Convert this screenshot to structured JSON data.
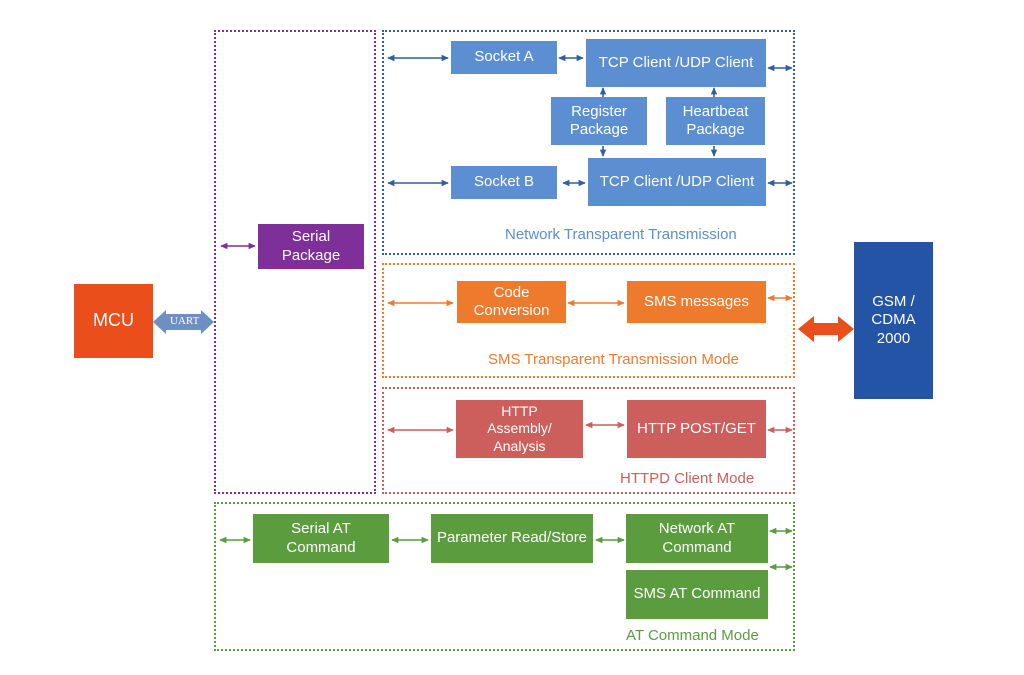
{
  "colors": {
    "blue": "#5b8fd1",
    "blue_line": "#2f5fa0",
    "orange": "#ee7a2e",
    "red": "#cc5f5b",
    "green": "#5a9c3e",
    "purple": "#7e2f9a",
    "mcu": "#e94e1b",
    "gsm": "#2454a6"
  },
  "mcu": {
    "label": "MCU"
  },
  "uart": {
    "label": "UART"
  },
  "serial_package": {
    "label": "Serial\nPackage"
  },
  "gsm": {
    "label": "GSM /\nCDMA\n2000"
  },
  "network": {
    "title": "Network Transparent Transmission",
    "socket_a": "Socket A",
    "socket_b": "Socket B",
    "tcp_client_a": "TCP Client /UDP Client",
    "tcp_client_b": "TCP Client /UDP Client",
    "register_package": "Register\nPackage",
    "heartbeat_package": "Heartbeat\nPackage"
  },
  "sms": {
    "title": "SMS Transparent Transmission Mode",
    "code_conversion": "Code\nConversion",
    "sms_messages": "SMS messages"
  },
  "httpd": {
    "title": "HTTPD Client Mode",
    "assembly": "HTTP\nAssembly/\nAnalysis",
    "post_get": "HTTP POST/GET"
  },
  "at": {
    "title": "AT Command Mode",
    "serial_at": "Serial AT\nCommand",
    "param": "Parameter Read/Store",
    "network_at": "Network AT\nCommand",
    "sms_at": "SMS AT Command"
  }
}
